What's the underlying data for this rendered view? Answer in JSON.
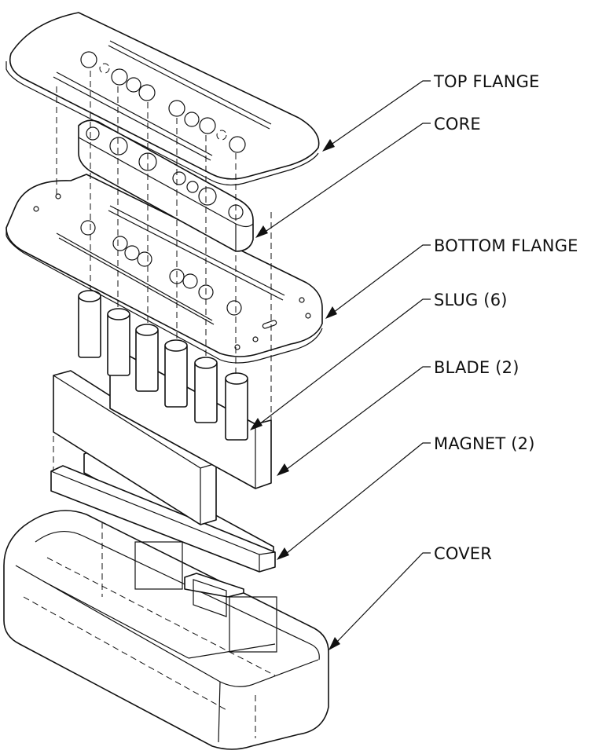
{
  "labels": {
    "top_flange": "TOP FLANGE",
    "core": "CORE",
    "bottom_flange": "BOTTOM FLANGE",
    "slug": "SLUG (6)",
    "blade": "BLADE (2)",
    "magnet": "MAGNET (2)",
    "cover": "COVER"
  },
  "colors": {
    "line": "#111111",
    "background": "#ffffff"
  }
}
